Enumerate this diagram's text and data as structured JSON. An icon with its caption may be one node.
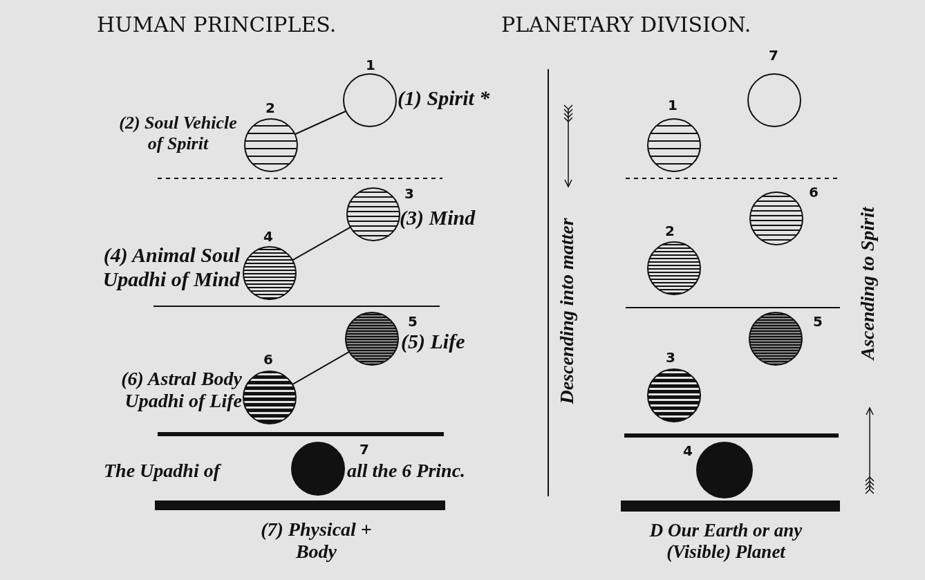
{
  "diagram": {
    "nodes": [
      {
        "text": [],
        "shape": "circle",
        "beside": [
          "1",
          "(1) Spirit *"
        ]
      },
      {
        "text": [],
        "shape": "circle",
        "beside": [
          "2",
          "(2) Soul Vehicle of Spirit"
        ]
      },
      {
        "text": [],
        "shape": "circle",
        "beside": [
          "3",
          "(3) Mind"
        ]
      },
      {
        "text": [],
        "shape": "circle",
        "beside": [
          "4",
          "(4) Animal Soul Upadhi of Mind"
        ]
      },
      {
        "text": [],
        "shape": "circle",
        "beside": [
          "5",
          "(5) Life"
        ]
      },
      {
        "text": [],
        "shape": "circle",
        "beside": [
          "6",
          "(6) Astral Body Upadhi of Life"
        ]
      },
      {
        "text": [],
        "shape": "circle",
        "beside": [
          "7",
          "The Upadhi of",
          "all the 6 Princ.",
          "(7) Physical + Body"
        ]
      },
      {
        "text": [],
        "shape": "circle",
        "beside": [
          "7"
        ]
      },
      {
        "text": [],
        "shape": "circle",
        "beside": [
          "1"
        ]
      },
      {
        "text": [],
        "shape": "circle",
        "beside": [
          "6"
        ]
      },
      {
        "text": [],
        "shape": "circle",
        "beside": [
          "2"
        ]
      },
      {
        "text": [],
        "shape": "circle",
        "beside": [
          "5"
        ]
      },
      {
        "text": [],
        "shape": "circle",
        "beside": [
          "3"
        ]
      },
      {
        "text": [],
        "shape": "circle",
        "beside": [
          "4"
        ]
      }
    ],
    "edges": [
      {
        "from": 0,
        "to": 1,
        "arrow": "none"
      },
      {
        "from": 2,
        "to": 3,
        "arrow": "none"
      },
      {
        "from": 4,
        "to": 5,
        "arrow": "none"
      }
    ],
    "labels": [
      "HUMAN PRINCIPLES.",
      "PLANETARY DIVISION.",
      "Descending into matter",
      "Ascending to Spirit",
      "D Our Earth or any (Visible) Planet"
    ]
  }
}
